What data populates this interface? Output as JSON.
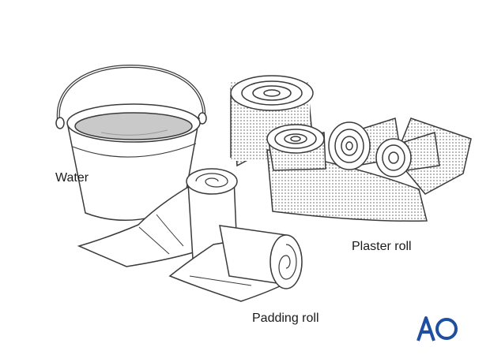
{
  "labels": {
    "water": "Water",
    "plaster_roll": "Plaster roll",
    "padding_roll": "Padding roll"
  },
  "logo": {
    "text": "AO",
    "color": "#1f4fa0"
  },
  "colors": {
    "outline": "#3a3a3a",
    "water_fill": "#c9c9c9",
    "fabric_fill": "#ffffff",
    "plaster_dots": "#5a5a5a"
  },
  "icons": {
    "bucket": "bucket-icon",
    "plaster": "plaster-roll-icon",
    "padding": "padding-roll-icon"
  }
}
